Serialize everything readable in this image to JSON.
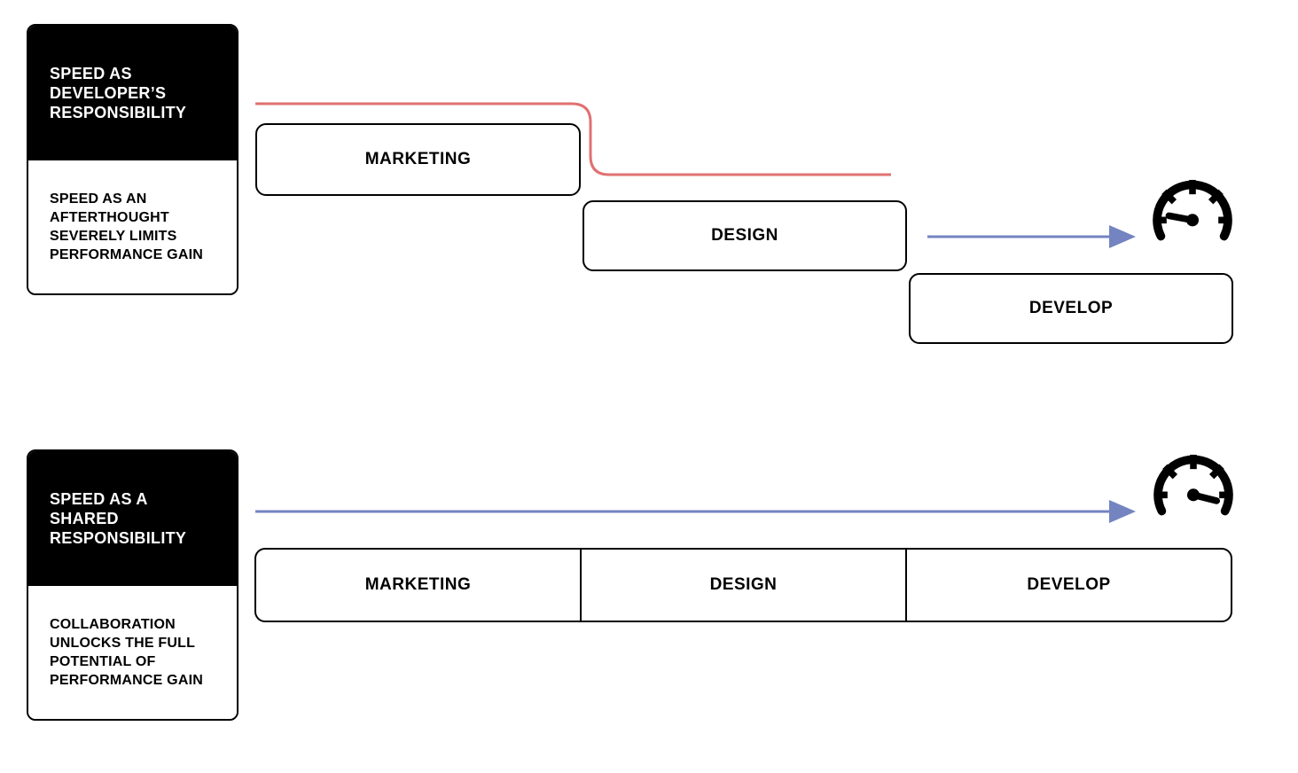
{
  "palette": {
    "red": "#e17070",
    "blue": "#7384c1",
    "ink": "#000000",
    "paper": "#ffffff"
  },
  "waterfall": {
    "card": {
      "title": "SPEED AS\nDEVELOPER’S\nRESPONSIBILITY",
      "body": "SPEED AS AN\nAFTERTHOUGHT\nSEVERELY LIMITS\nPERFORMANCE GAIN"
    },
    "stages": [
      "MARKETING",
      "DESIGN",
      "DEVELOP"
    ],
    "icon": "speedometer-low"
  },
  "shared": {
    "card": {
      "title": "SPEED AS A\nSHARED\nRESPONSIBILITY",
      "body": "COLLABORATION\nUNLOCKS THE FULL\nPOTENTIAL OF\nPERFORMANCE GAIN"
    },
    "stages": [
      "MARKETING",
      "DESIGN",
      "DEVELOP"
    ],
    "icon": "speedometer-high"
  }
}
